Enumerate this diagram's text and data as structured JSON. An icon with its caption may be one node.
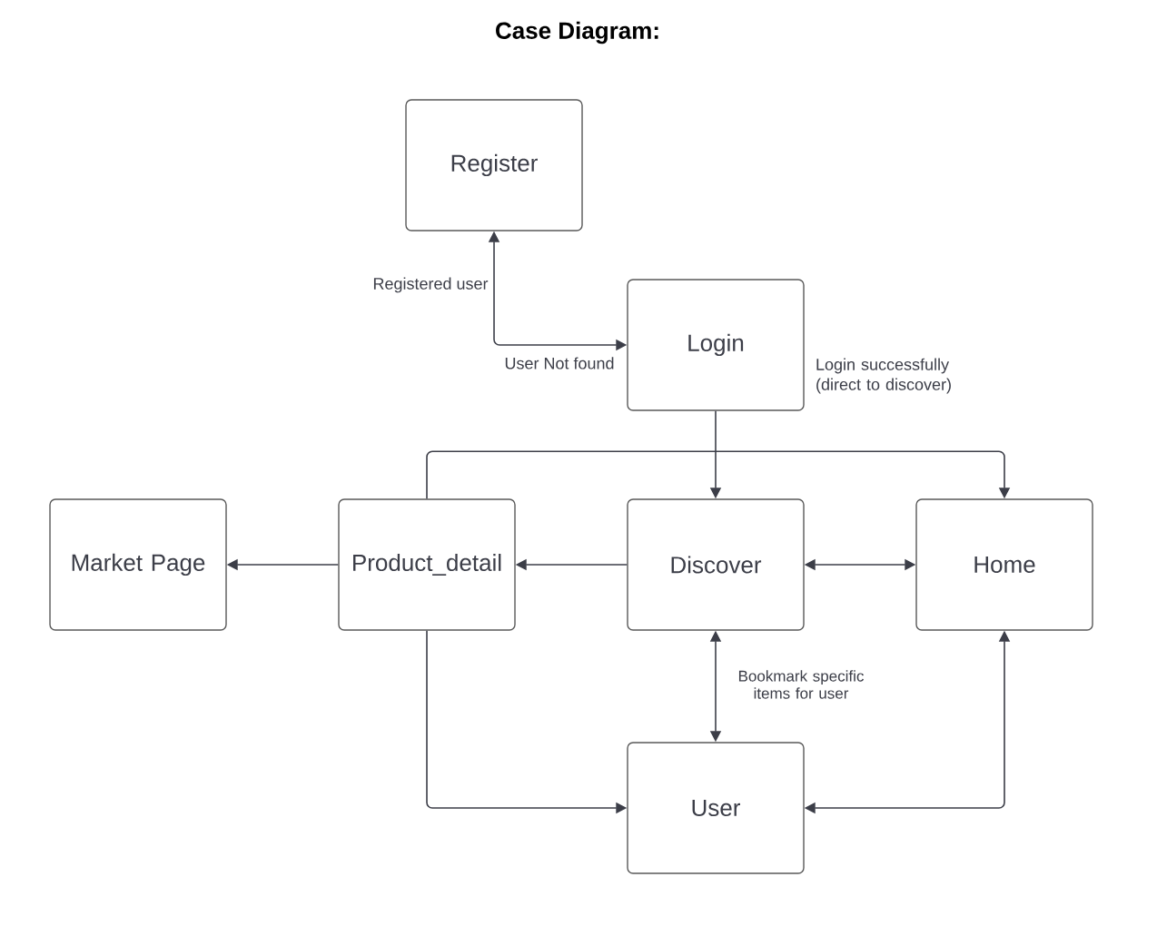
{
  "diagram": {
    "title": "Case Diagram:",
    "nodes": [
      {
        "text": [
          "Register"
        ]
      },
      {
        "text": [
          "Login"
        ]
      },
      {
        "text": [
          "Market Page"
        ]
      },
      {
        "text": [
          "Product_detail"
        ]
      },
      {
        "text": [
          "Discover"
        ]
      },
      {
        "text": [
          "Home"
        ]
      },
      {
        "text": [
          "User"
        ]
      }
    ],
    "edges": [
      {
        "from": 1,
        "to": 0,
        "arrow": "both"
      },
      {
        "from": 1,
        "to": 4,
        "arrow": "to"
      },
      {
        "from": 3,
        "to": 5,
        "arrow": "to"
      },
      {
        "from": 4,
        "to": 3,
        "arrow": "to"
      },
      {
        "from": 3,
        "to": 2,
        "arrow": "to"
      },
      {
        "from": 4,
        "to": 5,
        "arrow": "both"
      },
      {
        "from": 4,
        "to": 6,
        "arrow": "both",
        "label": "Bookmark specific items for user"
      },
      {
        "from": 3,
        "to": 6,
        "arrow": "to"
      },
      {
        "from": 5,
        "to": 6,
        "arrow": "both"
      }
    ],
    "labels": [
      "Registered user",
      "User Not found",
      "Login successfully (direct to discover)"
    ]
  }
}
